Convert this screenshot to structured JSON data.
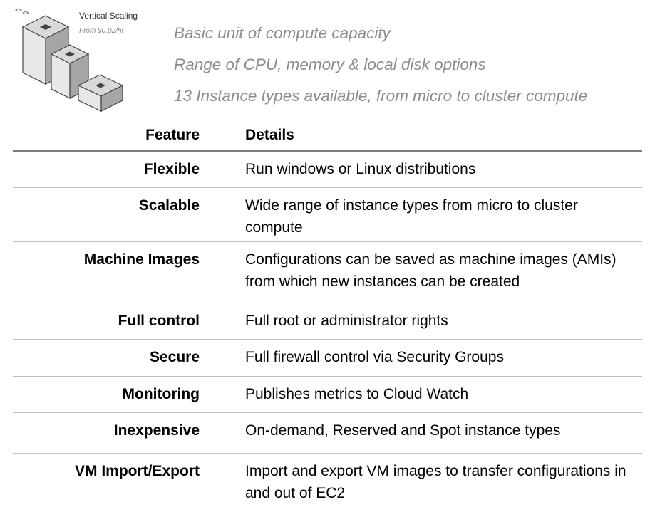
{
  "header": {
    "scaling_label": "Vertical Scaling",
    "scaling_price": "From $0.02/hr",
    "bullets": [
      "Basic unit of compute capacity",
      "Range of CPU, memory & local disk options",
      "13 Instance types available, from micro to cluster compute"
    ]
  },
  "table": {
    "headers": [
      "Feature",
      "Details"
    ],
    "rows": [
      {
        "feature": "Flexible",
        "details": "Run windows or Linux distributions"
      },
      {
        "feature": "Scalable",
        "details": "Wide range of instance types from micro to cluster compute"
      },
      {
        "feature": "Machine Images",
        "details": "Configurations can be saved as machine images (AMIs) from which new instances can be created"
      },
      {
        "feature": "Full control",
        "details": "Full root or administrator rights"
      },
      {
        "feature": "Secure",
        "details": "Full firewall control via Security Groups"
      },
      {
        "feature": "Monitoring",
        "details": "Publishes metrics to Cloud Watch"
      },
      {
        "feature": "Inexpensive",
        "details": "On-demand, Reserved and Spot instance types"
      },
      {
        "feature": "VM Import/Export",
        "details": "Import and export VM images to transfer configurations in and out of EC2"
      }
    ]
  }
}
